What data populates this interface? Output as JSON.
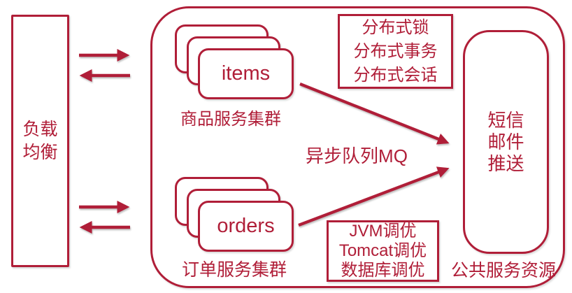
{
  "colors": {
    "accent": "#b01e38",
    "background": "#ffffff"
  },
  "load_balancer": {
    "line1": "负载",
    "line2": "均衡"
  },
  "items_cluster": {
    "card_label": "items",
    "caption": "商品服务集群"
  },
  "orders_cluster": {
    "card_label": "orders",
    "caption": "订单服务集群"
  },
  "distributed_box": {
    "lines": [
      "分布式锁",
      "分布式事务",
      "分布式会话"
    ]
  },
  "mq": {
    "label": "异步队列MQ"
  },
  "tuning_box": {
    "lines": [
      "JVM调优",
      "Tomcat调优",
      "数据库调优"
    ]
  },
  "shared_services": {
    "lines": [
      "短信",
      "邮件",
      "推送"
    ],
    "caption": "公共服务资源"
  }
}
